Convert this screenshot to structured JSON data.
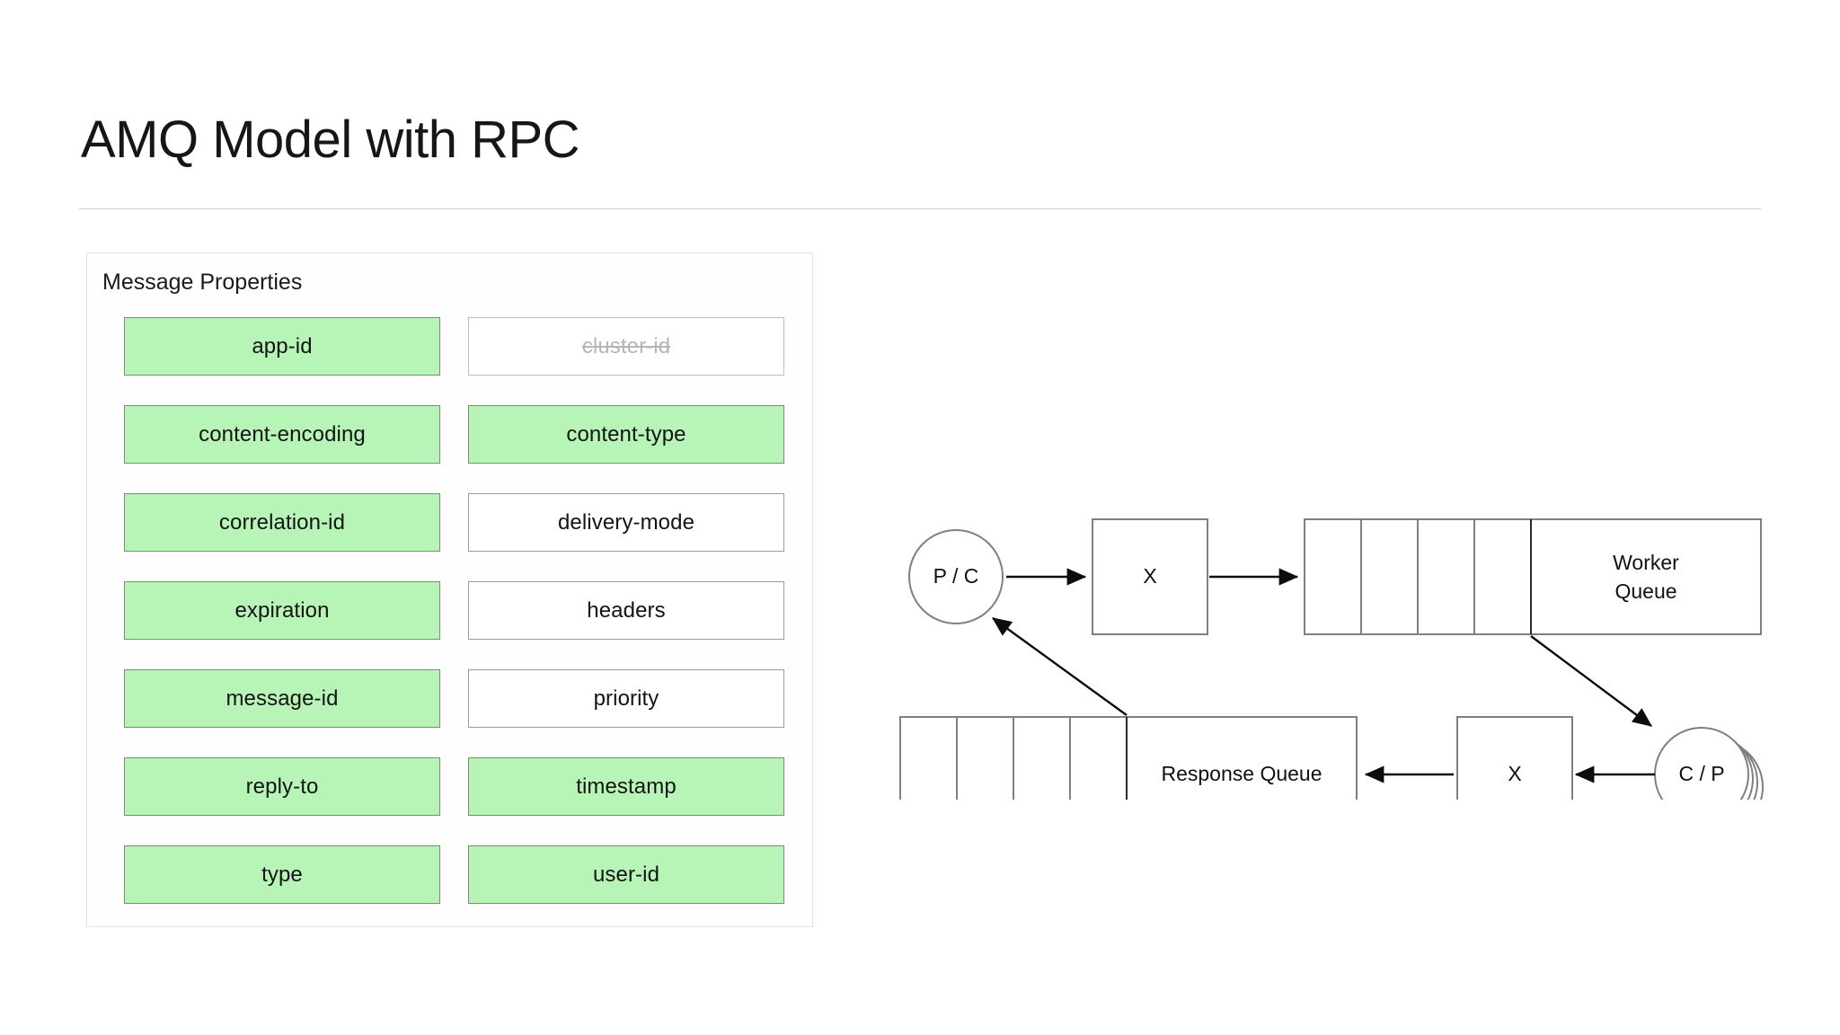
{
  "header": {
    "title": "AMQ Model with RPC"
  },
  "properties_panel": {
    "title": "Message Properties",
    "legend": {
      "used_color": "#b6f5b6",
      "unused_color": "#ffffff",
      "disabled_color": "#b6b6b6"
    },
    "items": [
      {
        "label": "app-id",
        "state": "used"
      },
      {
        "label": "cluster-id",
        "state": "disabled"
      },
      {
        "label": "content-encoding",
        "state": "used"
      },
      {
        "label": "content-type",
        "state": "used"
      },
      {
        "label": "correlation-id",
        "state": "used"
      },
      {
        "label": "delivery-mode",
        "state": "unused"
      },
      {
        "label": "expiration",
        "state": "used"
      },
      {
        "label": "headers",
        "state": "unused"
      },
      {
        "label": "message-id",
        "state": "used"
      },
      {
        "label": "priority",
        "state": "unused"
      },
      {
        "label": "reply-to",
        "state": "used"
      },
      {
        "label": "timestamp",
        "state": "used"
      },
      {
        "label": "type",
        "state": "used"
      },
      {
        "label": "user-id",
        "state": "used"
      }
    ]
  },
  "diagram": {
    "nodes": {
      "producer_consumer": "P / C",
      "exchange_top": "X",
      "worker_queue": "Worker\nQueue",
      "worker_queue_line1": "Worker",
      "worker_queue_line2": "Queue",
      "response_queue": "Response Queue",
      "exchange_bottom": "X",
      "consumer_producer": "C / P"
    },
    "queue_cell_count": 4,
    "consumer_stack_count": 4,
    "edges": [
      {
        "from": "P / C",
        "to": "X",
        "direction": "right"
      },
      {
        "from": "X",
        "to": "Worker Queue",
        "direction": "right"
      },
      {
        "from": "Worker Queue",
        "to": "C / P",
        "direction": "diagonal-down-right"
      },
      {
        "from": "C / P",
        "to": "X",
        "direction": "left"
      },
      {
        "from": "X",
        "to": "Response Queue",
        "direction": "left"
      },
      {
        "from": "Response Queue",
        "to": "P / C",
        "direction": "diagonal-up-left"
      }
    ]
  }
}
